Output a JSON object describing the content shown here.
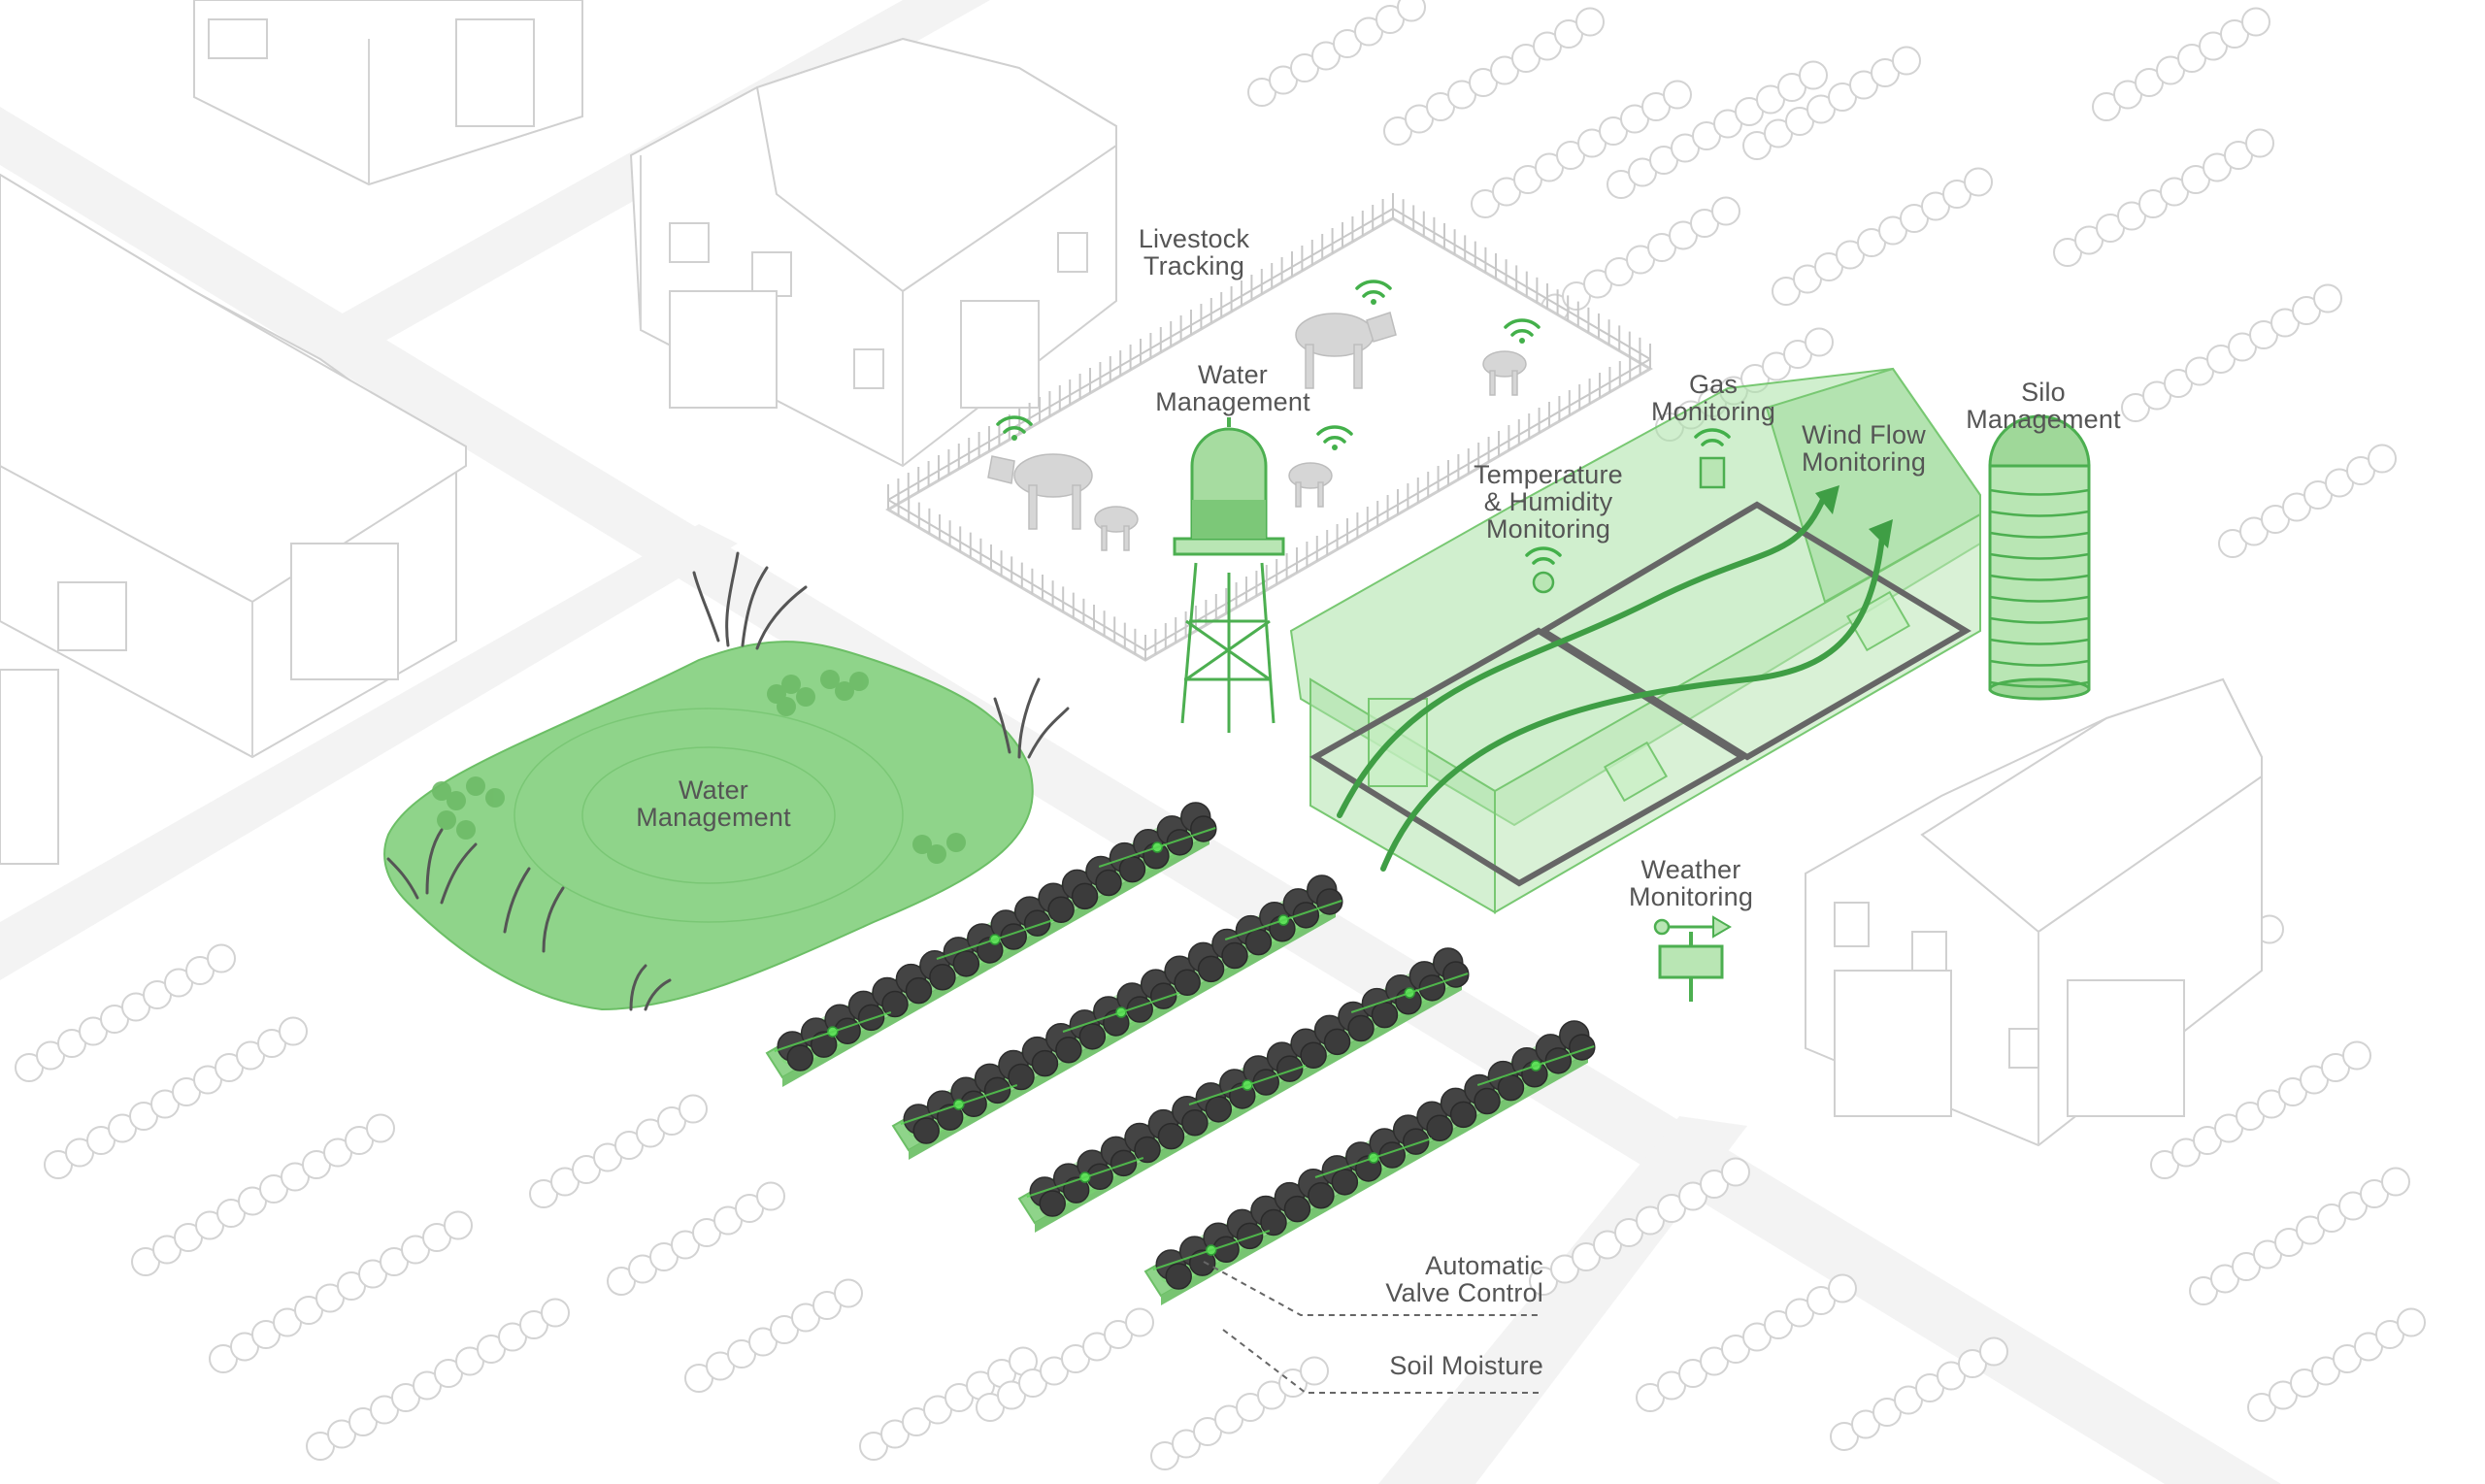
{
  "labels": {
    "livestock": [
      "Livestock",
      "Tracking"
    ],
    "water_tower": [
      "Water",
      "Management"
    ],
    "pond": [
      "Water",
      "Management"
    ],
    "gas": [
      "Gas",
      "Monitoring"
    ],
    "temp": [
      "Temperature",
      "& Humidity",
      "Monitoring"
    ],
    "wind": [
      "Wind Flow",
      "Monitoring"
    ],
    "silo": [
      "Silo",
      "Management"
    ],
    "weather": [
      "Weather",
      "Monitoring"
    ],
    "valve": [
      "Automatic",
      "Valve Control"
    ],
    "soil": "Soil Moisture"
  },
  "colors": {
    "accent_green": "#4caf50",
    "light_green": "#b9e6b4",
    "pond_green": "#8fd48a",
    "dark_crop": "#3d3d3d",
    "outline_gray": "#d0d0d0",
    "text_gray": "#555555"
  },
  "icons": [
    "wifi-signal-icon",
    "cow-icon",
    "weather-vane-icon",
    "gas-sensor-icon",
    "temperature-sensor-icon"
  ]
}
